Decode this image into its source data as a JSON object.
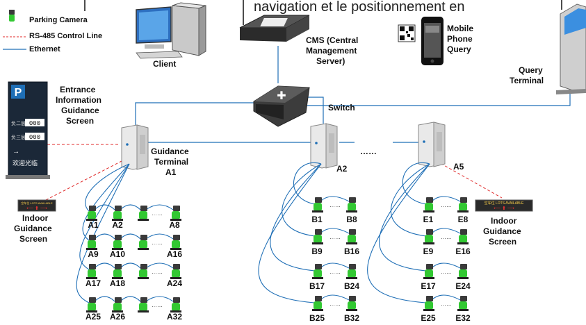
{
  "header_fragment": "navigation et le positionnement en",
  "legend": {
    "camera": "Parking Camera",
    "rs485": "RS-485 Control Line",
    "ethernet": "Ethernet"
  },
  "nodes": {
    "client": "Client",
    "cms": [
      "CMS (Central",
      "Management",
      "Server)"
    ],
    "mobile": [
      "Mobile",
      "Phone",
      "Query"
    ],
    "query": [
      "Query",
      "Terminal"
    ],
    "switch": "Switch",
    "entrance": [
      "Entrance",
      "Information",
      "Guidance",
      "Screen"
    ],
    "terminal_a1": [
      "Guidance",
      "Terminal",
      "A1"
    ],
    "terminal_a2": "A2",
    "terminal_a5": "A5",
    "dots": "……",
    "indoor_left": [
      "Indoor",
      "Guidance",
      "Screen"
    ],
    "indoor_right": [
      "Indoor",
      "Guidance",
      "Screen"
    ]
  },
  "entrance_screen": {
    "letter": "P",
    "row1": "负二层",
    "row2": "负三层",
    "count1": "000",
    "count2": "000",
    "welcome": "欢迎光临"
  },
  "indoor_sign": {
    "left_text": "空车位 LOTS AVAILABLE",
    "right_text": "空车位  LOTS  AVAILABLE"
  },
  "camera_groups": {
    "A": [
      [
        "A1",
        "A2",
        "A8"
      ],
      [
        "A9",
        "A10",
        "A16"
      ],
      [
        "A17",
        "A18",
        "A24"
      ],
      [
        "A25",
        "A26",
        "A32"
      ]
    ],
    "B": [
      [
        "B1",
        "B8"
      ],
      [
        "B9",
        "B16"
      ],
      [
        "B17",
        "B24"
      ],
      [
        "B25",
        "B32"
      ]
    ],
    "E": [
      [
        "E1",
        "E8"
      ],
      [
        "E9",
        "E16"
      ],
      [
        "E17",
        "E24"
      ],
      [
        "E25",
        "E32"
      ]
    ]
  },
  "colors": {
    "ethernet": "#1f6fb6",
    "rs485": "#e02a2a",
    "camera_light": "#32c832"
  }
}
